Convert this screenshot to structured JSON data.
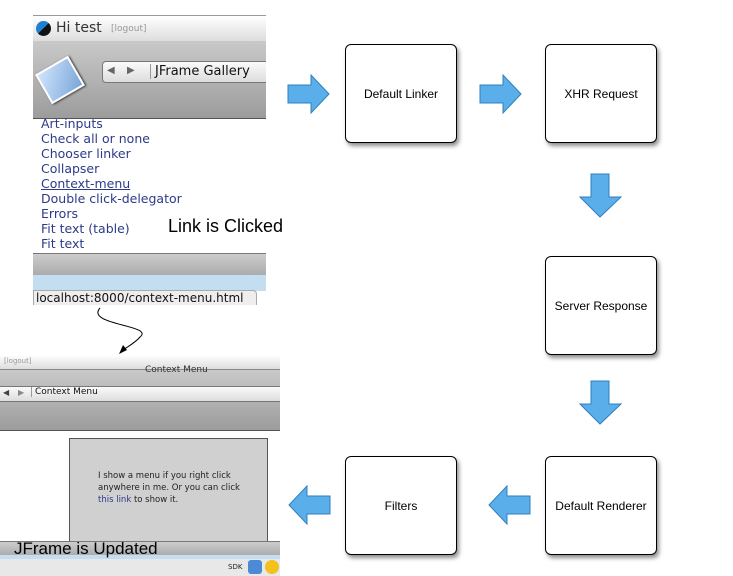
{
  "top_screenshot": {
    "greeting": "Hi test",
    "logout": "[logout]",
    "nav_title": "JFrame Gallery",
    "links": [
      "Art-inputs",
      "Check all or none",
      "Chooser linker",
      "Collapser",
      "Context-menu",
      "Double click-delegator",
      "Errors",
      "Fit text (table)",
      "Fit text"
    ],
    "active_link_index": 4,
    "status_url": "localhost:8000/context-menu.html"
  },
  "bottom_screenshot": {
    "logout": "[logout]",
    "window_title": "Context Menu",
    "nav_title": "Context Menu",
    "content_text_before": "I show a menu if you right click anywhere in me. Or you can click ",
    "content_link": "this link",
    "content_text_after": " to show it.",
    "dock_label": "SDK"
  },
  "captions": {
    "clicked": "Link is Clicked",
    "updated": "JFrame is Updated"
  },
  "steps": {
    "linker": "Default Linker",
    "xhr": "XHR Request",
    "server": "Server Response",
    "renderer": "Default Renderer",
    "filters": "Filters"
  },
  "colors": {
    "arrow": "#4aa3e6",
    "link": "#2c3a8a"
  }
}
